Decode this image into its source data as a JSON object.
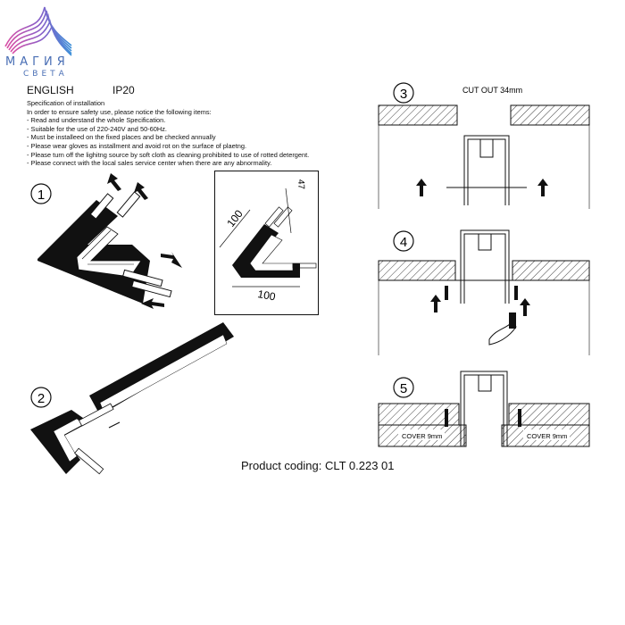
{
  "logo": {
    "word": "МАГИЯ",
    "sub": "СВЕТА"
  },
  "header": {
    "language": "ENGLISH",
    "rating": "IP20"
  },
  "instructions": {
    "title": "Specification of installation",
    "intro": "In order to ensure safety use, please notice the following items:",
    "items": [
      "- Read and understand the whole Specification.",
      "- Suitable for the use of 220-240V and 50-60Hz.",
      "- Must be installeed on the fixed places and be checked annually",
      "- Please wear gloves as installment and avoid rot on the surface of plaetng.",
      "- Please turn off the lighitng source by soft cloth as cleaning prohibited to use of rotted detergent.",
      "- Please connect with the local sales service center when there are any abnormality."
    ]
  },
  "steps": {
    "s1": "1",
    "s2": "2",
    "s3": "3",
    "s4": "4",
    "s5": "5"
  },
  "dimensions": {
    "d1": "100",
    "d2": "100",
    "d3": "47"
  },
  "cutout_label": "CUT OUT 34mm",
  "cover_label": "COVER 9mm",
  "product_coding": "Product coding: CLT 0.223 01"
}
